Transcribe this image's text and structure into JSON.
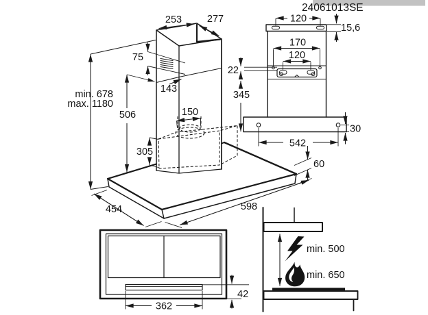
{
  "title": "24061013SE",
  "colors": {
    "line": "#1a1a1a",
    "header_highlight": "#c2c2c2"
  },
  "front_view": {
    "top_depth": "253",
    "top_width": "277",
    "vent_top_offset": "75",
    "vent_bottom_offset": "143",
    "upper_section_height": "506",
    "duct_diameter": "150",
    "inner_box_height": "305",
    "height_min": "min. 678",
    "height_max": "max. 1180",
    "canopy_depth": "454",
    "canopy_width": "598",
    "canopy_thickness": "60"
  },
  "rear_view": {
    "top_slot_spacing": "120",
    "top_slot_height": "15,6",
    "wall_hole_spacing": "170",
    "bracket_slot_spacing": "120",
    "bracket_offset": "22",
    "body_height": "345",
    "bottom_hole_spacing": "542",
    "bottom_hole_offset": "30"
  },
  "bottom_view": {
    "panel_width": "362",
    "panel_height": "42"
  },
  "clearance_view": {
    "electric_min": "min. 500",
    "gas_min": "min. 650"
  }
}
